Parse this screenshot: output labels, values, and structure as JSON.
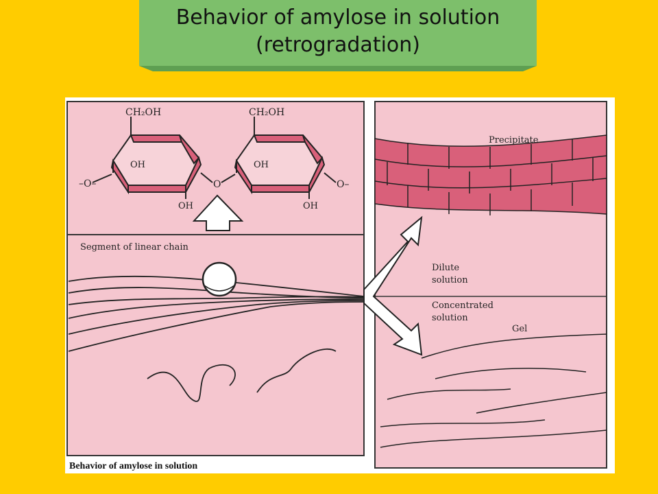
{
  "slide": {
    "title_line1": "Behavior of amylose in solution",
    "title_line2": "(retrogradation)"
  },
  "figure": {
    "caption": "Behavior of amylose in solution",
    "labels": {
      "ch2oh": "CH₂OH",
      "oh": "OH",
      "o_left": "–O–",
      "o_mid": "O",
      "o_right": "O–",
      "segment": "Segment of linear chain",
      "precipitate": "Precipitate",
      "dilute_1": "Dilute",
      "dilute_2": "solution",
      "concentrated_1": "Concentrated",
      "concentrated_2": "solution",
      "gel": "Gel"
    }
  },
  "colors": {
    "background": "#ffcc00",
    "title_box": "#7dbf6b",
    "panel": "#f5c6cf",
    "ring": "#d9607a",
    "brick": "#d9607a"
  }
}
